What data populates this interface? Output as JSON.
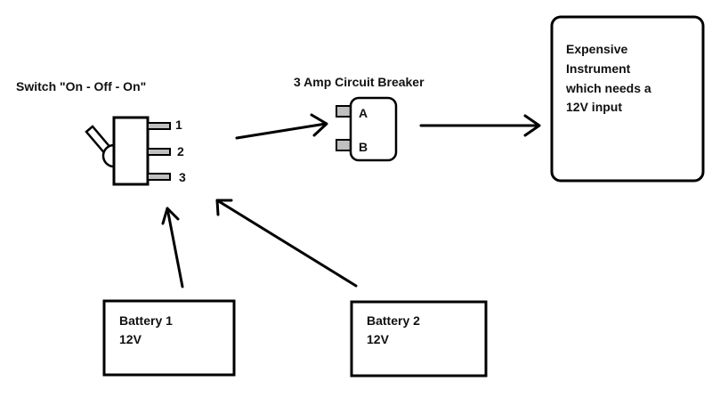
{
  "switch": {
    "title": "Switch \"On - Off - On\"",
    "pins": [
      "1",
      "2",
      "3"
    ]
  },
  "breaker": {
    "title": "3 Amp Circuit Breaker",
    "terminals": [
      "A",
      "B"
    ]
  },
  "instrument": {
    "lines": [
      "Expensive",
      "Instrument",
      "which needs a",
      "12V input"
    ]
  },
  "batteries": [
    {
      "name": "Battery 1",
      "voltage": "12V"
    },
    {
      "name": "Battery 2",
      "voltage": "12V"
    }
  ],
  "colors": {
    "stroke": "#000000",
    "tab_fill": "#c0c0c0",
    "text": "#111111"
  }
}
